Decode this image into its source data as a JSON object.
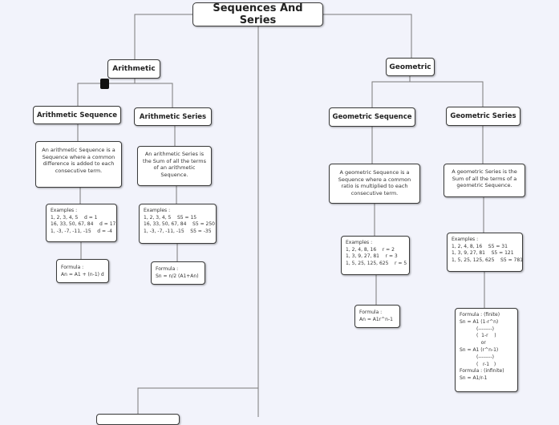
{
  "colors": {
    "background": "#f2f3fb",
    "node_border": "#3a3a3a",
    "line": "#7a7a7a",
    "handle": "#111111"
  },
  "root": {
    "title": "Sequences And Series"
  },
  "arithmetic": {
    "title": "Arithmetic",
    "sequence": {
      "title": "Arithmetic Sequence",
      "definition": "An arithmetic Sequence is a Sequence where a common difference is added to each consecutive term.",
      "examples": [
        "Examples :",
        "1, 2, 3, 4, 5    d = 1",
        "16, 33, 50, 67, 84    d = 17",
        "1, -3, -7, -11, -15    d = -4"
      ],
      "formula": [
        "Formula :",
        "An = A1 + (n-1) d"
      ]
    },
    "series": {
      "title": "Arithmetic Series",
      "definition": "An arithmetic Series is the Sum of all the terms of an arithmetic Sequence.",
      "examples": [
        "Examples :",
        "1, 2, 3, 4, 5    S5 = 15",
        "16, 33, 50, 67, 84    S5 = 250",
        "1, -3, -7, -11, -15    S5 = -35"
      ],
      "formula": [
        "Formula :",
        "Sn = n/2 (A1+An)"
      ]
    }
  },
  "geometric": {
    "title": "Geometric",
    "sequence": {
      "title": "Geometric Sequence",
      "definition": "A geometric Sequence is a Sequence where a common ratio is multiplied to each consecutive term.",
      "examples": [
        "Examples :",
        "1, 2, 4, 8, 16    r = 2",
        "1, 3, 9, 27, 81    r = 3",
        "1, 5, 25, 125, 625    r = 5"
      ],
      "formula": [
        "Formula :",
        "An = A1r^n-1"
      ]
    },
    "series": {
      "title": "Geometric Series",
      "definition": "A geometric Series is the Sum of all the terms of a geometric Sequence.",
      "examples": [
        "Examples :",
        "1, 2, 4, 8, 16    S5 = 31",
        "1, 3, 9, 27, 81    S5 = 121",
        "1, 5, 25, 125, 625    S5 = 781"
      ],
      "formula": [
        "Formula : (finite)",
        "Sn = A1 (1-r^n)",
        "           (--------)",
        "           (  1-r    )",
        "              or",
        "Sn = A1 (r^n-1)",
        "           (--------)",
        "           (   r-1   )",
        "Formula : (infinite)",
        "Sn = A1/r-1"
      ]
    }
  }
}
